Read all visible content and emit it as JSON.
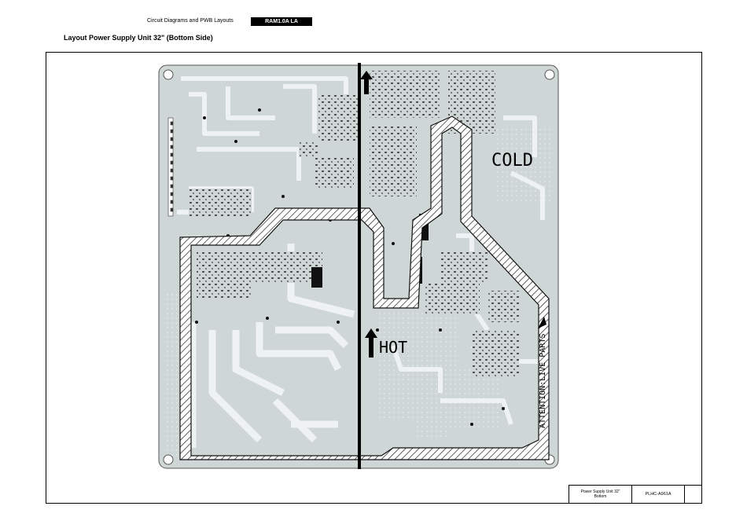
{
  "header": {
    "section": "Circuit Diagrams and PWB Layouts",
    "badge": "RAM1.0A LA"
  },
  "page_title": "Layout Power Supply Unit 32\" (Bottom Side)",
  "board": {
    "label_cold": "COLD",
    "label_hot": "HOT",
    "label_attention": "ATTENTION:LIVE PARTS",
    "colors": {
      "pcb": "#cfd6d6",
      "trace": "#e9eeee",
      "outline": "#333333",
      "isolation": "#ffffff"
    }
  },
  "title_block": {
    "description_line1": "Power Supply Unit 32\"",
    "description_line2": "Bottom",
    "code": "PLHC-A961A"
  }
}
